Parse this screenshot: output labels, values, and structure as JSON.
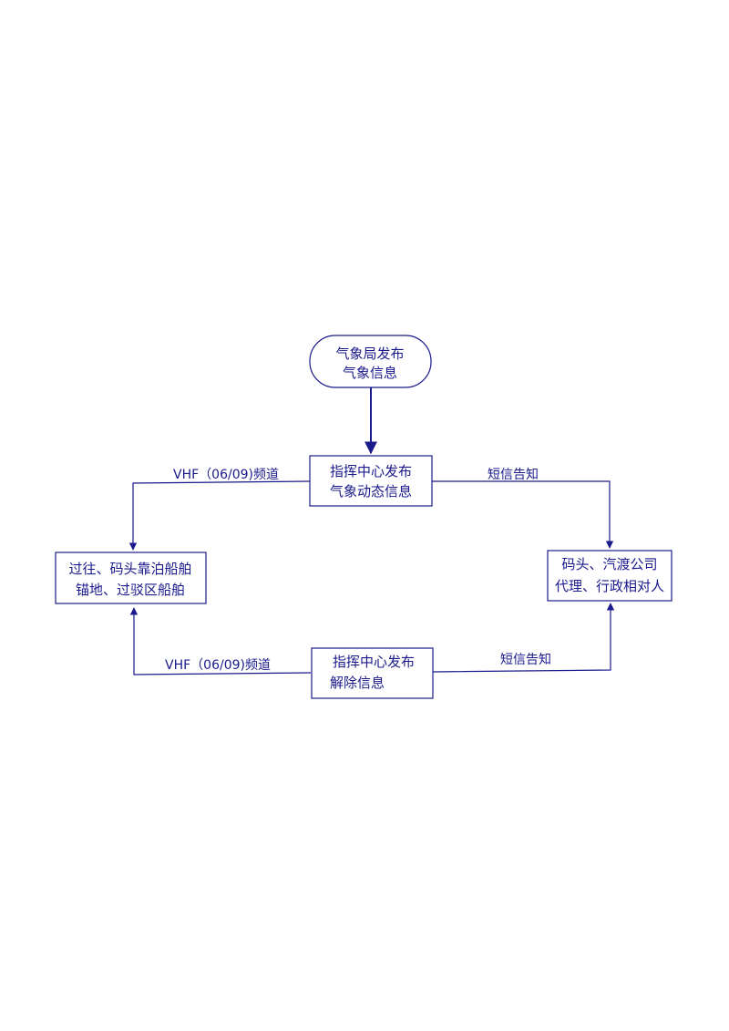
{
  "diagram": {
    "colors": {
      "line": "#1a1a8c",
      "text": "#1a1a8c"
    },
    "nodes": {
      "weather_bureau": {
        "lines": [
          "气象局发布",
          "气象信息"
        ],
        "shape": "rounded"
      },
      "command_publish": {
        "lines": [
          "指挥中心发布",
          "气象动态信息"
        ],
        "shape": "rect"
      },
      "vessels": {
        "lines": [
          "过往、码头靠泊船舶",
          "锚地、过驳区船舶"
        ],
        "shape": "rect"
      },
      "docks": {
        "lines": [
          "码头、汽渡公司",
          "代理、行政相对人"
        ],
        "shape": "rect"
      },
      "command_lift": {
        "lines": [
          "指挥中心发布",
          "解除信息"
        ],
        "shape": "rect"
      }
    },
    "edges": {
      "vhf_top": "VHF（06/09)频道",
      "sms_top": "短信告知",
      "vhf_bottom": "VHF（06/09)频道",
      "sms_bottom": "短信告知"
    }
  }
}
